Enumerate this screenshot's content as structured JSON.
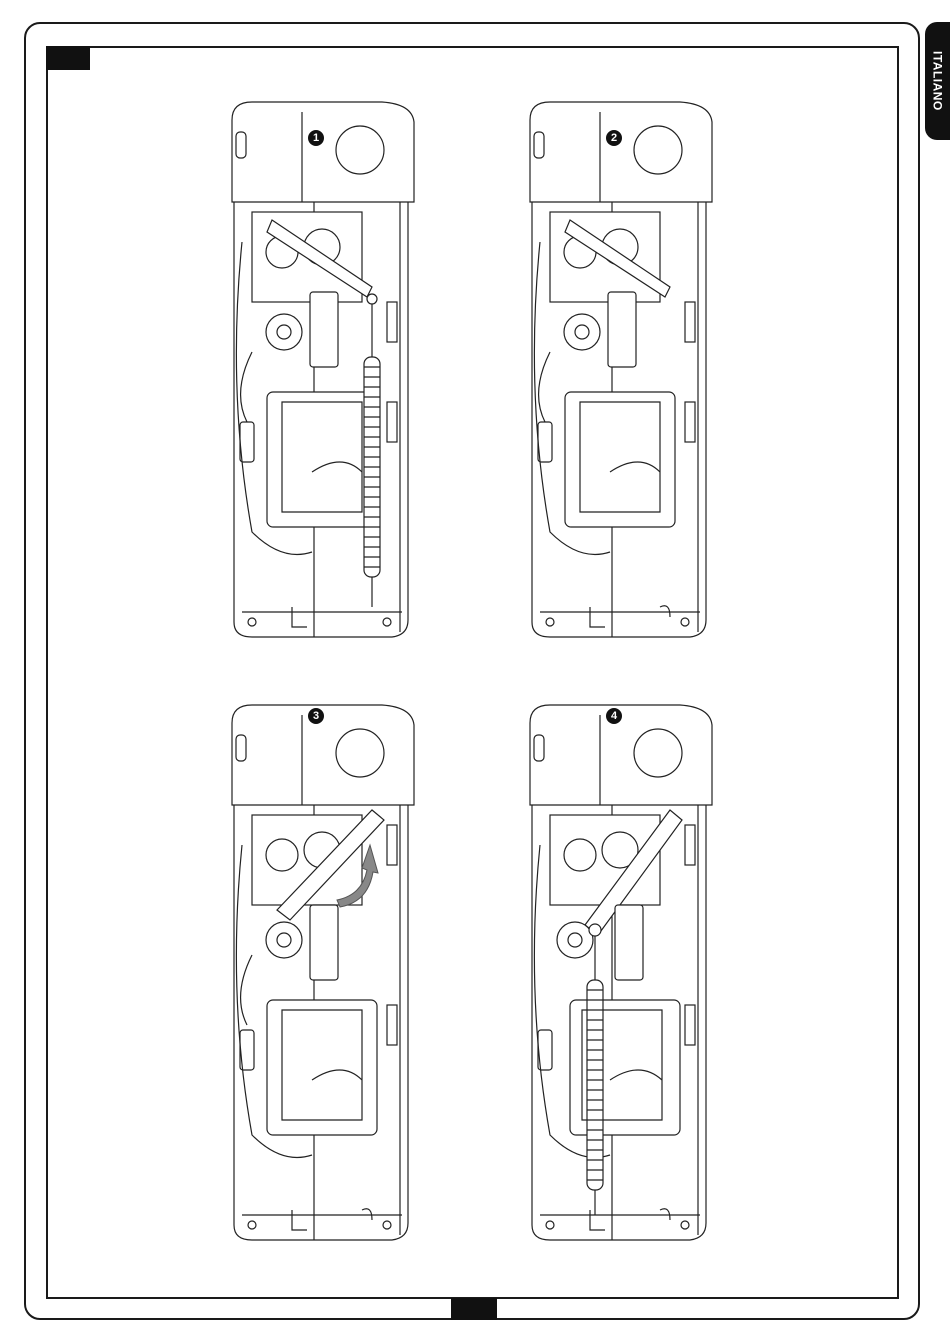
{
  "language_tab": {
    "label": "ITALIANO"
  },
  "panels": [
    {
      "step": "1",
      "spring": "attached-top"
    },
    {
      "step": "2",
      "spring": "removed"
    },
    {
      "step": "3",
      "spring": "removed",
      "arrow": "rotate-lever"
    },
    {
      "step": "4",
      "spring": "attached-lever"
    }
  ]
}
